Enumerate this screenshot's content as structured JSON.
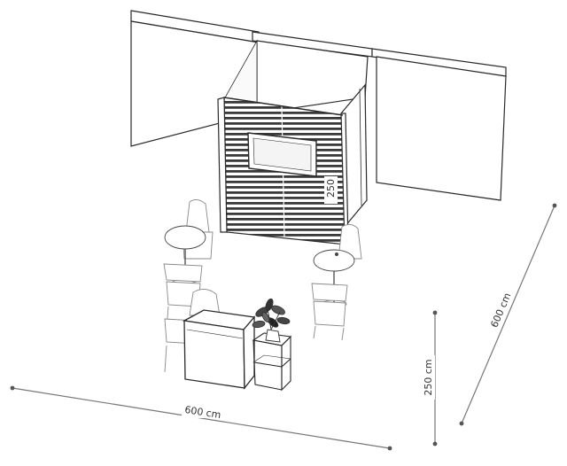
{
  "dimensions": {
    "width_label": "600 cm",
    "depth_label": "600 cm",
    "height_label": "250 cm",
    "booth_height_label": "250"
  },
  "colors": {
    "line": "#2a2a2a",
    "dim": "#777777",
    "dot": "#555555",
    "wall_fill": "#ffffff",
    "slat_fill": "#3c3c3c",
    "plant": "#333333"
  }
}
